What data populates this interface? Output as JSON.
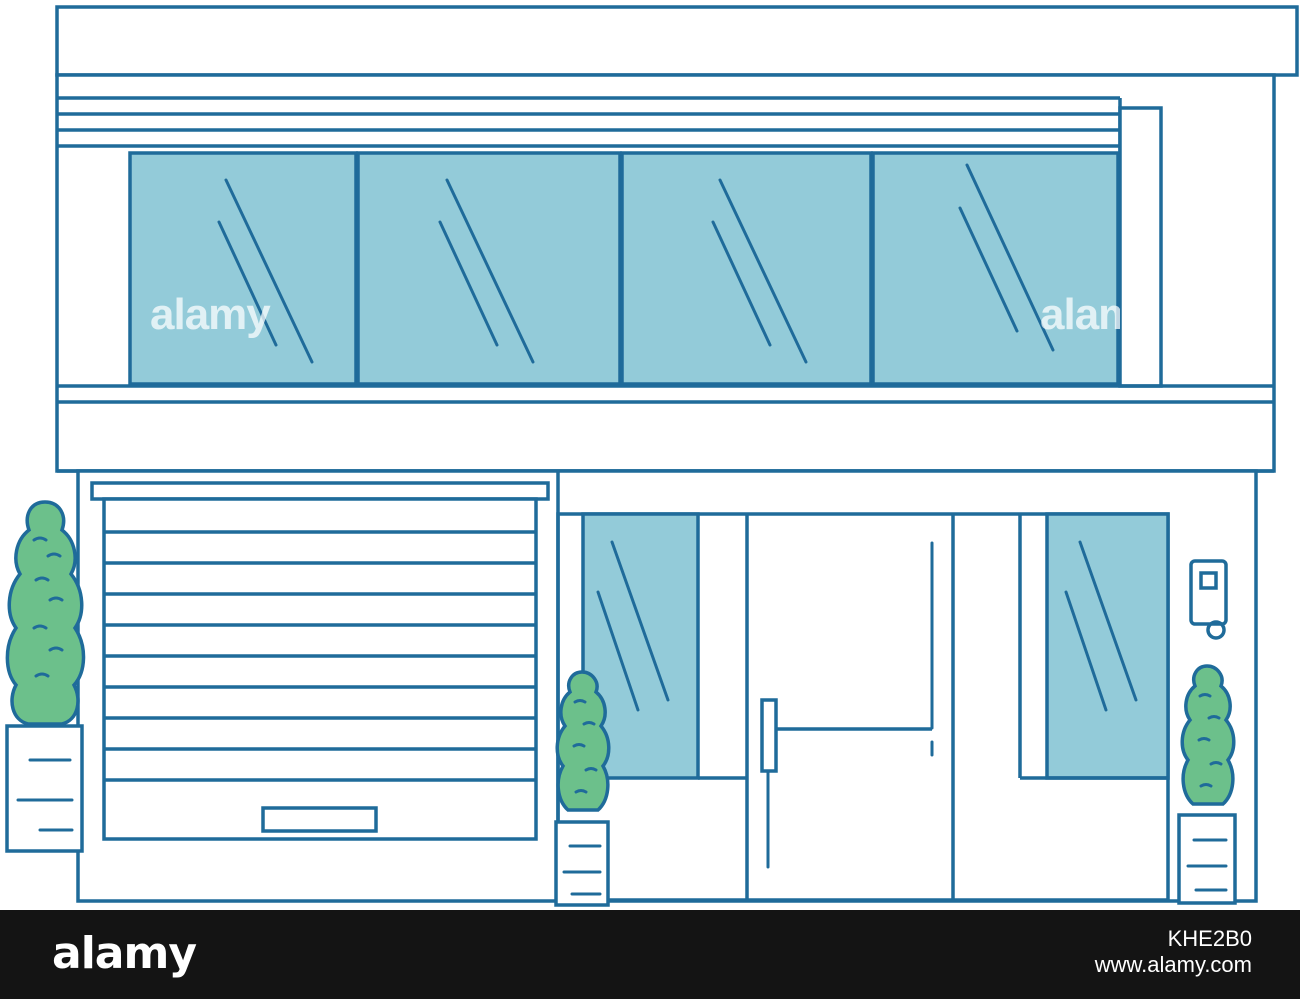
{
  "colors": {
    "line": "#1f6b9a",
    "glass": "#93cbd9",
    "bush": "#6cc08b",
    "footer": "#141414"
  },
  "illustration": {
    "subject": "house-facade-icon",
    "watermarks": [
      "alamy",
      "alam"
    ]
  },
  "footer": {
    "logo": "alamy",
    "image_id": "KHE2B0",
    "site": "www.alamy.com"
  }
}
